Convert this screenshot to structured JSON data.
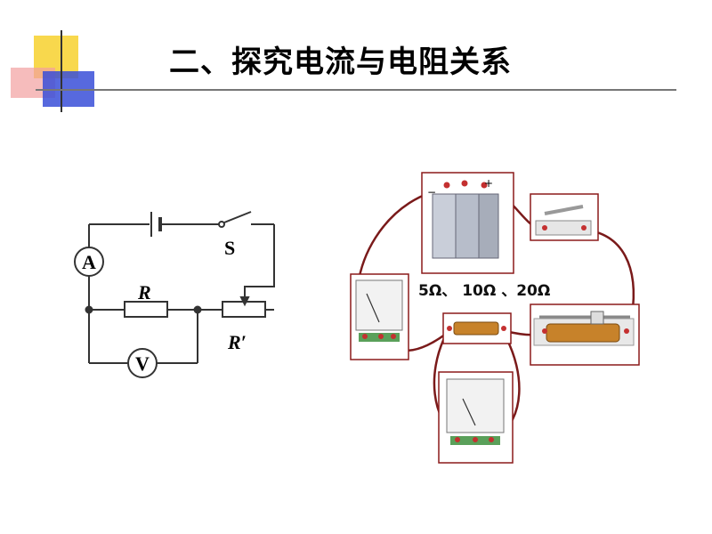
{
  "title": "二、探究电流与电阻关系",
  "schematic": {
    "ammeter": "A",
    "voltmeter": "V",
    "switch": "S",
    "resistor": "R",
    "rheostat": "R′"
  },
  "resistor_values": "5Ω、 10Ω 、20Ω",
  "battery_polarity": {
    "minus": "−",
    "plus": "+"
  },
  "colors": {
    "wire_dark": "#7a1a1a",
    "panel_border": "#8b1a1a",
    "deco_yellow": "#f7d43a",
    "deco_red": "#e84a3a",
    "deco_blue": "#3a4fd8"
  }
}
